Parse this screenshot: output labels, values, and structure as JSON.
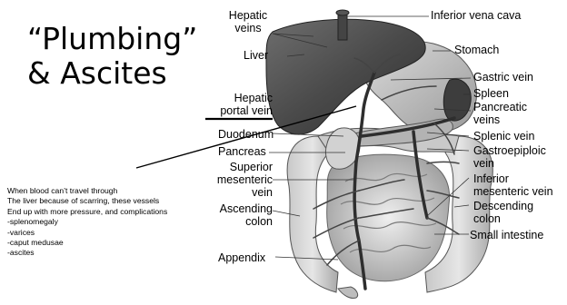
{
  "slide": {
    "title_line1": "“Plumbing”",
    "title_line2": "& Ascites",
    "note_lines": [
      "When blood can’t travel through",
      "The liver because of scarring, these vessels",
      "End up with more pressure, and complications",
      "-splenomegaly",
      "-varices",
      "-caput medusae",
      "-ascites"
    ]
  },
  "labels": {
    "hepatic_veins_1": "Hepatic",
    "hepatic_veins_2": "veins",
    "liver": "Liver",
    "inferior_vena_cava": "Inferior vena cava",
    "stomach": "Stomach",
    "gastric_vein": "Gastric vein",
    "spleen": "Spleen",
    "pancreatic_veins_1": "Pancreatic",
    "pancreatic_veins_2": "veins",
    "hepatic_portal_vein_1": "Hepatic",
    "hepatic_portal_vein_2": "portal vein",
    "duodenum": "Duodenum",
    "pancreas": "Pancreas",
    "splenic_vein": "Splenic vein",
    "gastroepiploic_vein_1": "Gastroepiploic",
    "gastroepiploic_vein_2": "vein",
    "superior_mesenteric_1": "Superior",
    "superior_mesenteric_2": "mesenteric",
    "superior_mesenteric_3": "vein",
    "inferior_mesenteric_1": "Inferior",
    "inferior_mesenteric_2": "mesenteric vein",
    "ascending_colon_1": "Ascending",
    "ascending_colon_2": "colon",
    "descending_colon_1": "Descending",
    "descending_colon_2": "colon",
    "small_intestine": "Small intestine",
    "appendix": "Appendix"
  }
}
